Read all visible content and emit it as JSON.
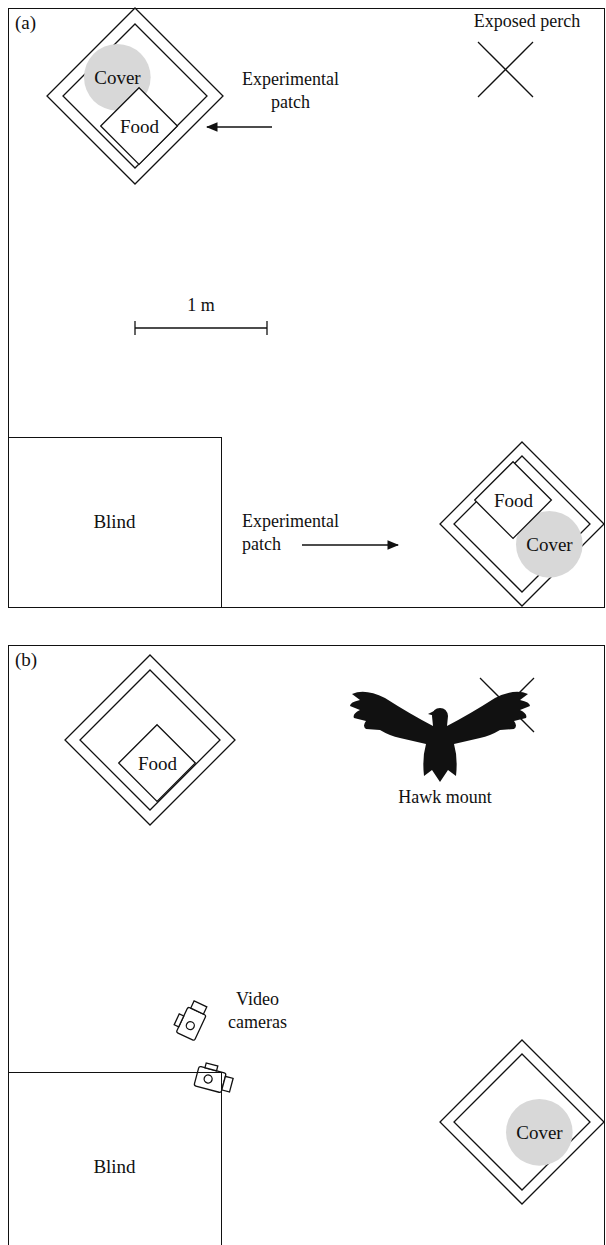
{
  "diagram": {
    "nodes": [
      {
        "text": [
          "(a)"
        ]
      },
      {
        "text": [
          "Cover"
        ],
        "in": 0
      },
      {
        "text": [
          "Food"
        ],
        "in": 0
      },
      {
        "text": [
          "Blind"
        ],
        "in": 0
      },
      {
        "text": [
          "Food"
        ],
        "in": 0
      },
      {
        "text": [
          "Cover"
        ],
        "in": 0
      },
      {
        "text": [
          "(b)"
        ]
      },
      {
        "text": [
          "Food"
        ],
        "in": 6
      },
      {
        "text": [
          "Blind"
        ],
        "in": 6
      },
      {
        "text": [
          "Cover"
        ],
        "in": 6
      }
    ],
    "labels": [
      "Exposed perch",
      "Experimental patch",
      "1 m",
      "Experimental patch",
      "Hawk mount",
      "Video cameras"
    ]
  }
}
